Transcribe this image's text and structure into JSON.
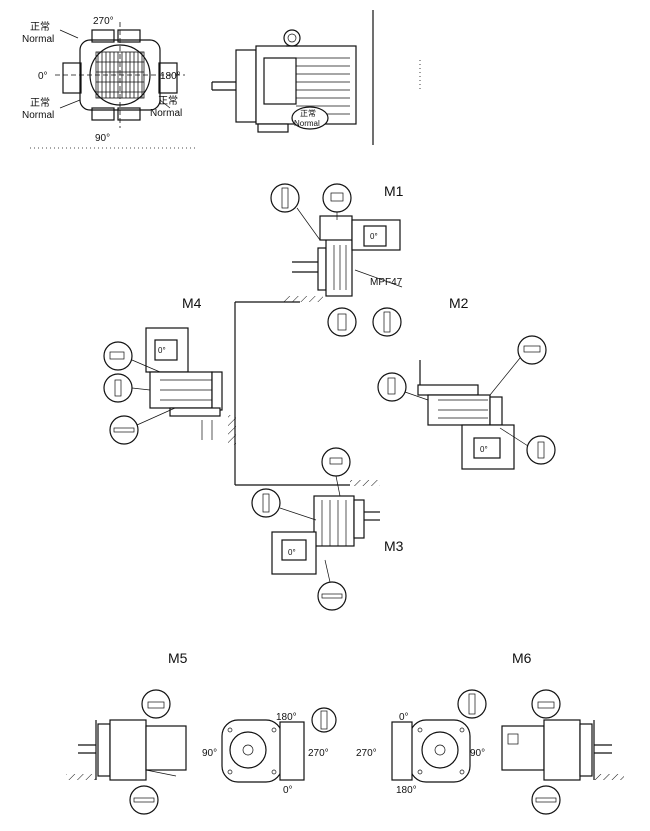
{
  "terminal_box": {
    "top": "270°",
    "left": "0°",
    "right": "180°",
    "bottom": "90°",
    "normal_cn": "正常",
    "normal_en": "Normal"
  },
  "positions": {
    "m1": "M1",
    "m2": "M2",
    "m3": "M3",
    "m4": "M4",
    "m5": "M5",
    "m6": "M6"
  },
  "model_label": "MPF47",
  "motor_zero": "0°",
  "m5_angles": {
    "top": "180°",
    "left": "90°",
    "right": "270°",
    "bottom": "0°"
  },
  "m6_angles": {
    "top": "0°",
    "left": "270°",
    "right": "90°",
    "bottom": "180°"
  }
}
